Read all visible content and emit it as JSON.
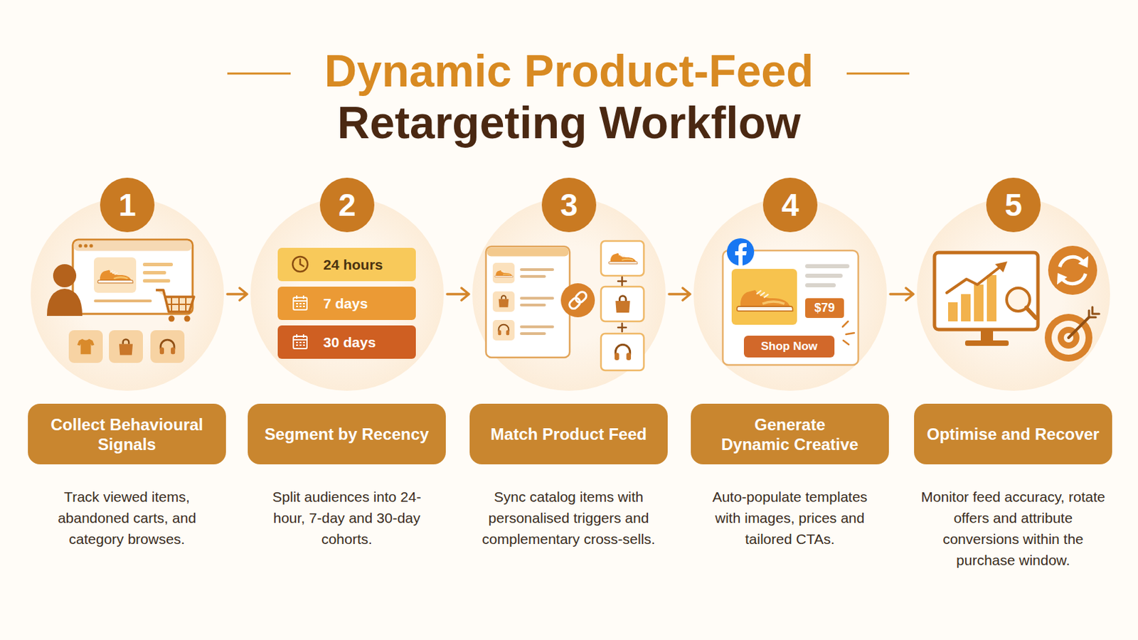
{
  "diagram": {
    "title": "Dynamic Product-Feed Retargeting Workflow",
    "nodes": [
      {
        "text": [
          "1"
        ]
      },
      {
        "text": [
          "Collect Behavioural Signals",
          "Track viewed items, abandoned carts, and category browses."
        ]
      },
      {
        "text": [
          "2"
        ]
      },
      {
        "text": [
          "24 hours"
        ],
        "in": 2
      },
      {
        "text": [
          "7 days"
        ],
        "in": 2
      },
      {
        "text": [
          "30 days"
        ],
        "in": 2
      },
      {
        "text": [
          "Segment by Recency",
          "Split audiences into 24-hour, 7-day and 30-day cohorts."
        ]
      },
      {
        "text": [
          "3"
        ]
      },
      {
        "text": [
          "Match Product Feed",
          "Sync catalog items with personalised triggers and complementary cross-sells."
        ]
      },
      {
        "text": [
          "4"
        ]
      },
      {
        "text": [
          "$79"
        ],
        "in": 9
      },
      {
        "text": [
          "Shop Now"
        ],
        "in": 9
      },
      {
        "text": [
          "Generate Dynamic Creative",
          "Auto-populate templates with images, prices and tailored CTAs."
        ]
      },
      {
        "text": [
          "5"
        ]
      },
      {
        "text": [
          "Optimise and Recover",
          "Monitor feed accuracy, rotate offers and attribute conversions within the purchase window."
        ]
      }
    ],
    "edges": [
      {
        "from": 0,
        "to": 2,
        "arrow": "to"
      },
      {
        "from": 2,
        "to": 7,
        "arrow": "to"
      },
      {
        "from": 7,
        "to": 9,
        "arrow": "to"
      },
      {
        "from": 9,
        "to": 13,
        "arrow": "to"
      }
    ]
  }
}
